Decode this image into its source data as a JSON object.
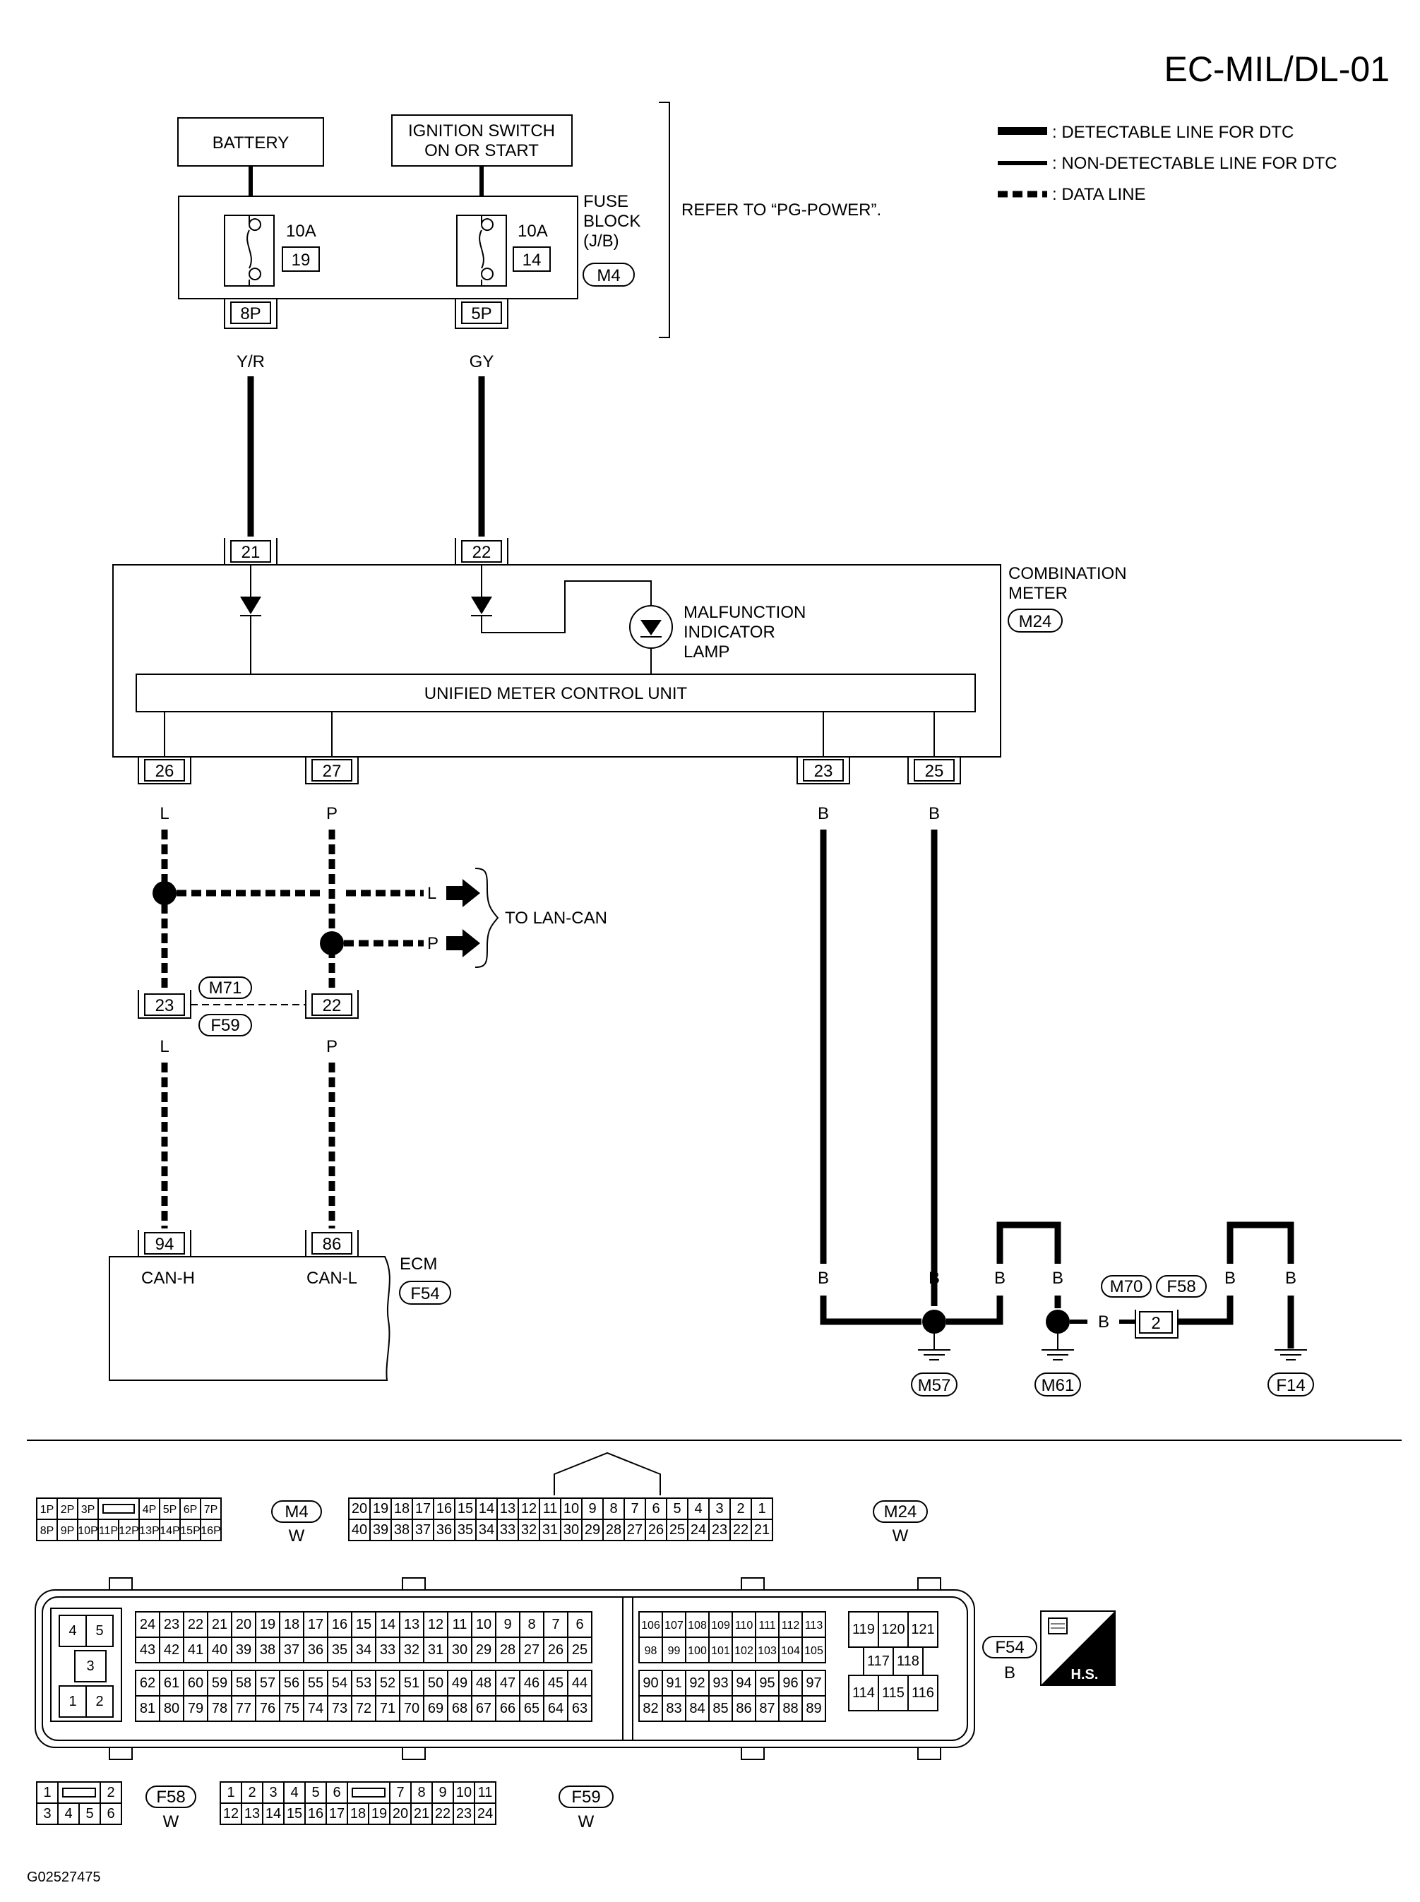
{
  "title": "EC-MIL/DL-01",
  "legend": {
    "detectable": ": DETECTABLE LINE FOR DTC",
    "non_detectable": ": NON-DETECTABLE LINE FOR DTC",
    "data_line": ": DATA LINE"
  },
  "power": {
    "battery": "BATTERY",
    "ignition_line1": "IGNITION SWITCH",
    "ignition_line2": "ON OR START",
    "fuse_block_line1": "FUSE",
    "fuse_block_line2": "BLOCK",
    "fuse_block_line3": "(J/B)",
    "fuse_block_connector": "M4",
    "refer": "REFER TO “PG-POWER”.",
    "fuse1_amp": "10A",
    "fuse1_num": "19",
    "fuse2_amp": "10A",
    "fuse2_num": "14",
    "term1": "8P",
    "term2": "5P",
    "wire1": "Y/R",
    "wire2": "GY"
  },
  "meter": {
    "name_line1": "COMBINATION",
    "name_line2": "METER",
    "connector": "M24",
    "mil_line1": "MALFUNCTION",
    "mil_line2": "INDICATOR",
    "mil_line3": "LAMP",
    "control_unit": "UNIFIED METER CONTROL UNIT",
    "pin_21": "21",
    "pin_22": "22",
    "pin_26": "26",
    "pin_27": "27",
    "pin_23": "23",
    "pin_25": "25"
  },
  "can": {
    "wire_l": "L",
    "wire_p": "P",
    "to_lan_can": "TO LAN-CAN",
    "arrow_l": "L",
    "arrow_p": "P",
    "junction_top": "M71",
    "junction_bottom": "F59",
    "pin_23": "23",
    "pin_22": "22",
    "wire_l2": "L",
    "wire_p2": "P"
  },
  "ecm": {
    "name": "ECM",
    "connector": "F54",
    "pin_94": "94",
    "pin_86": "86",
    "can_h": "CAN-H",
    "can_l": "CAN-L"
  },
  "ground": {
    "wire_b": "B",
    "m57": "M57",
    "m61": "M61",
    "f14": "F14",
    "m70": "M70",
    "f58": "F58",
    "pin_2": "2"
  },
  "connectors": {
    "m4": {
      "name": "M4",
      "color": "W",
      "row1": [
        "1P",
        "2P",
        "3P",
        "",
        "4P",
        "5P",
        "6P",
        "7P"
      ],
      "row2": [
        "8P",
        "9P",
        "10P",
        "11P",
        "12P",
        "13P",
        "14P",
        "15P",
        "16P"
      ]
    },
    "m24": {
      "name": "M24",
      "color": "W",
      "row1": [
        "20",
        "19",
        "18",
        "17",
        "16",
        "15",
        "14",
        "13",
        "12",
        "11",
        "10",
        "9",
        "8",
        "7",
        "6",
        "5",
        "4",
        "3",
        "2",
        "1"
      ],
      "row2": [
        "40",
        "39",
        "38",
        "37",
        "36",
        "35",
        "34",
        "33",
        "32",
        "31",
        "30",
        "29",
        "28",
        "27",
        "26",
        "25",
        "24",
        "23",
        "22",
        "21"
      ]
    },
    "f54": {
      "name": "F54",
      "color": "B",
      "left_pins": [
        "4",
        "5",
        "3",
        "1",
        "2"
      ],
      "a_row1": [
        "24",
        "23",
        "22",
        "21",
        "20",
        "19",
        "18",
        "17",
        "16",
        "15",
        "14",
        "13",
        "12",
        "11",
        "10",
        "9",
        "8",
        "7",
        "6"
      ],
      "a_row2": [
        "43",
        "42",
        "41",
        "40",
        "39",
        "38",
        "37",
        "36",
        "35",
        "34",
        "33",
        "32",
        "31",
        "30",
        "29",
        "28",
        "27",
        "26",
        "25"
      ],
      "a_row3": [
        "62",
        "61",
        "60",
        "59",
        "58",
        "57",
        "56",
        "55",
        "54",
        "53",
        "52",
        "51",
        "50",
        "49",
        "48",
        "47",
        "46",
        "45",
        "44"
      ],
      "a_row4": [
        "81",
        "80",
        "79",
        "78",
        "77",
        "76",
        "75",
        "74",
        "73",
        "72",
        "71",
        "70",
        "69",
        "68",
        "67",
        "66",
        "65",
        "64",
        "63"
      ],
      "b_row1": [
        "106",
        "107",
        "108",
        "109",
        "110",
        "111",
        "112",
        "113"
      ],
      "b_row2": [
        "98",
        "99",
        "100",
        "101",
        "102",
        "103",
        "104",
        "105"
      ],
      "b_row3": [
        "90",
        "91",
        "92",
        "93",
        "94",
        "95",
        "96",
        "97"
      ],
      "b_row4": [
        "82",
        "83",
        "84",
        "85",
        "86",
        "87",
        "88",
        "89"
      ],
      "c_row1": [
        "119",
        "120",
        "121"
      ],
      "c_row2": [
        "117",
        "118"
      ],
      "c_row3": [
        "114",
        "115",
        "116"
      ]
    },
    "f58": {
      "name": "F58",
      "color": "W",
      "row1": [
        "1",
        "",
        "2"
      ],
      "row2": [
        "3",
        "4",
        "5",
        "6"
      ]
    },
    "f59": {
      "name": "F59",
      "color": "W",
      "row1": [
        "1",
        "2",
        "3",
        "4",
        "5",
        "6",
        "",
        "7",
        "8",
        "9",
        "10",
        "11"
      ],
      "row2": [
        "12",
        "13",
        "14",
        "15",
        "16",
        "17",
        "18",
        "19",
        "20",
        "21",
        "22",
        "23",
        "24"
      ]
    }
  },
  "hs_label": "H.S.",
  "figure_code": "G02527475"
}
